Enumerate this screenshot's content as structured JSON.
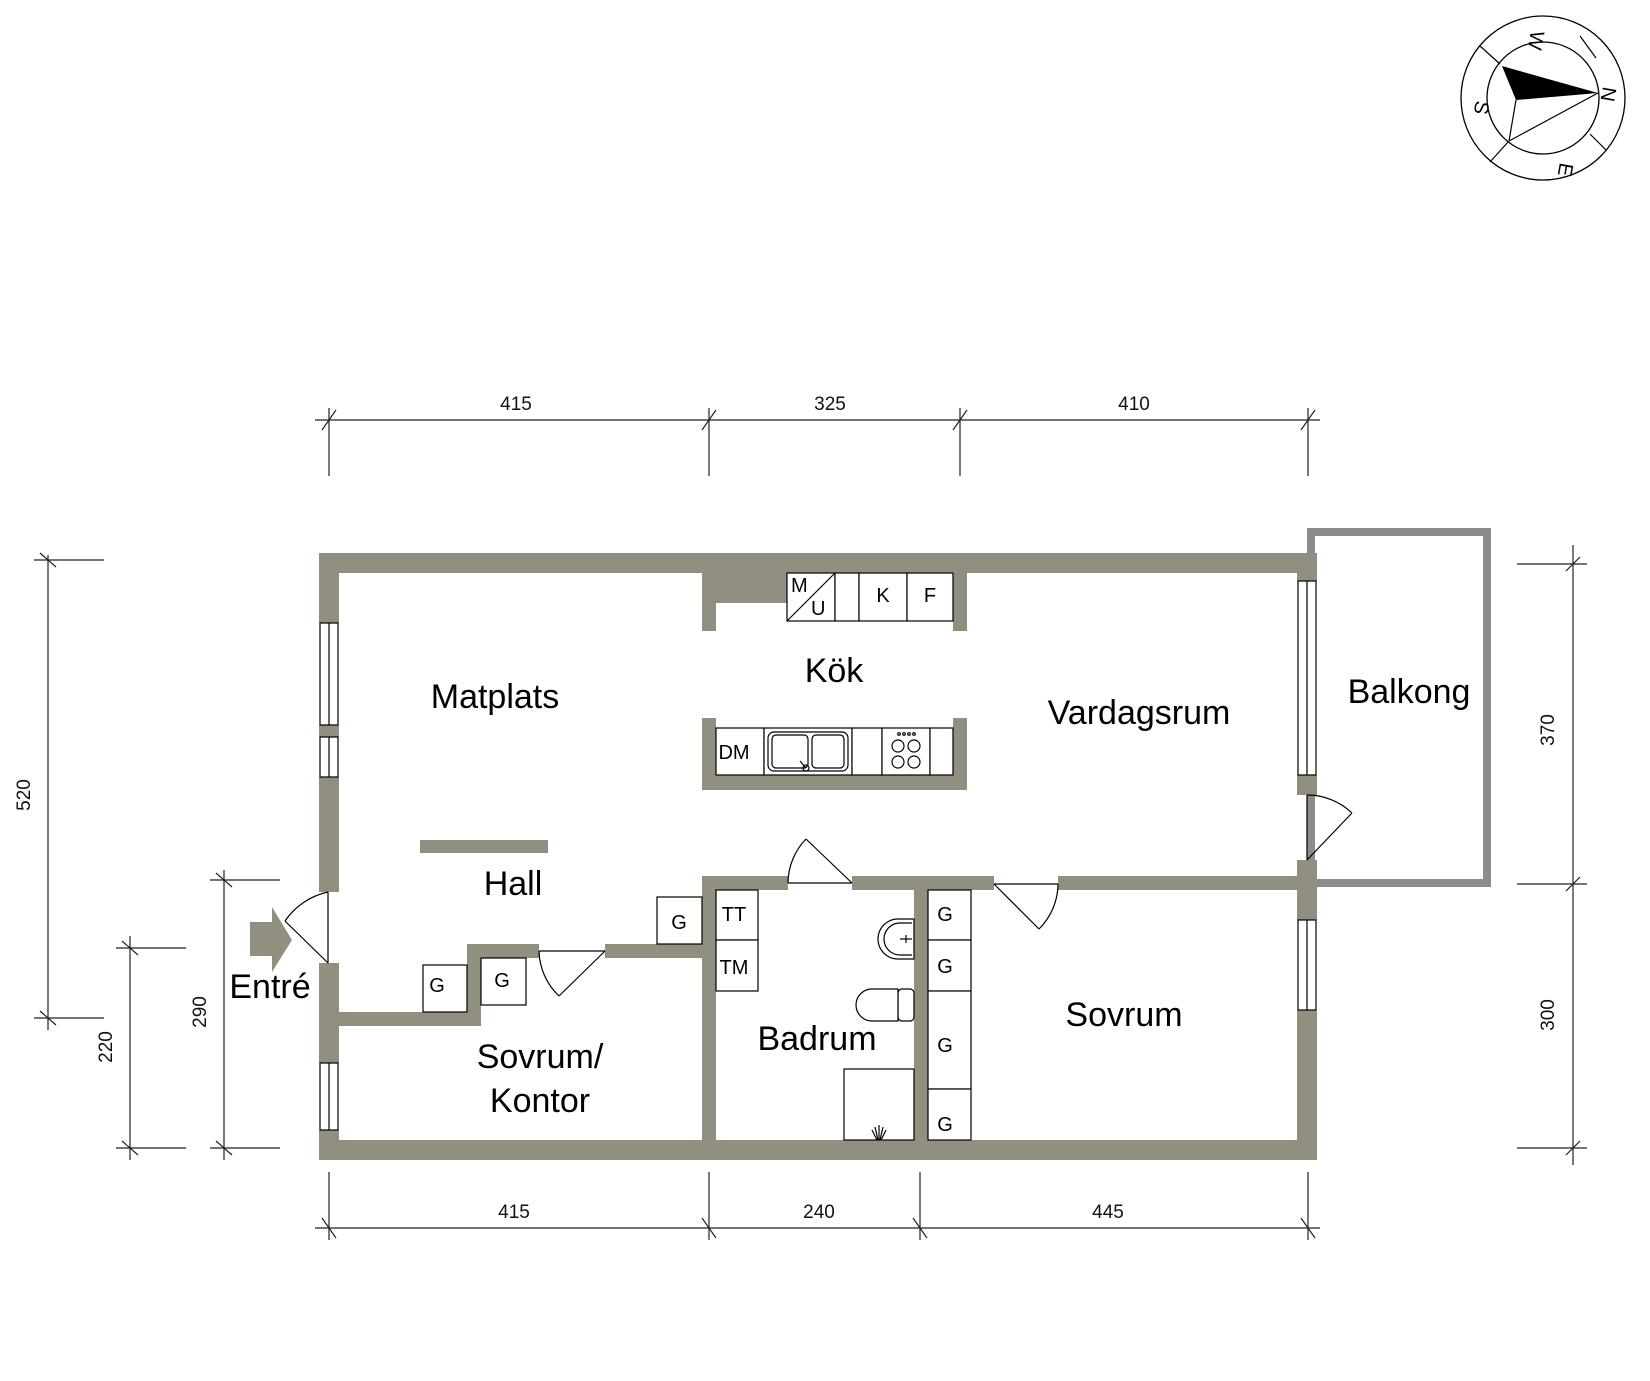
{
  "plan": {
    "wall_color": "#918f7f",
    "balcony_wall_color": "#8c8c8c",
    "entry_arrow_color": "#918f7f",
    "compass": {
      "labels": {
        "north": "N",
        "south": "S",
        "east": "E",
        "west": "W"
      }
    },
    "rooms": {
      "matplats": "Matplats",
      "kok": "Kök",
      "vardagsrum": "Vardagsrum",
      "balkong": "Balkong",
      "hall": "Hall",
      "entre": "Entré",
      "sovrum_kontor_line1": "Sovrum/",
      "sovrum_kontor_line2": "Kontor",
      "badrum": "Badrum",
      "sovrum": "Sovrum"
    },
    "fixtures": {
      "microwave_top": "M",
      "microwave_bottom": "U",
      "fridge": "K",
      "freezer": "F",
      "dishwasher": "DM",
      "dryer": "TT",
      "washer": "TM",
      "wardrobe": "G"
    },
    "dimensions": {
      "top": [
        "415",
        "325",
        "410"
      ],
      "bottom": [
        "415",
        "240",
        "445"
      ],
      "left_outer": "520",
      "left_mid": "290",
      "left_inner": "220",
      "right_top": "370",
      "right_bottom": "300"
    }
  }
}
